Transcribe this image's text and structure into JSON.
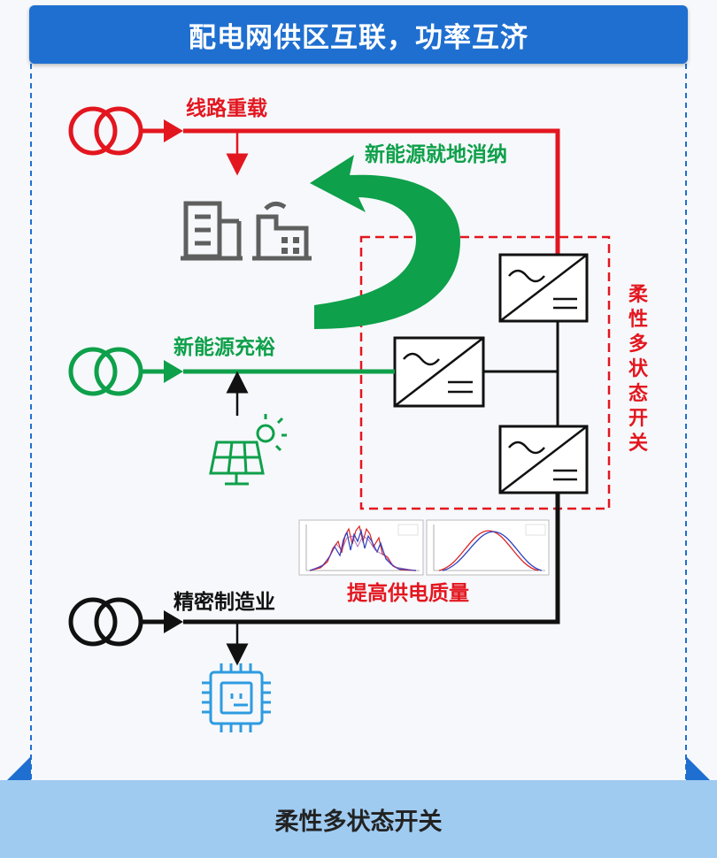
{
  "header": {
    "title": "配电网供区互联，功率互济"
  },
  "footer": {
    "title": "柔性多状态开关"
  },
  "labels": {
    "line_overload": "线路重载",
    "local_consumption": "新能源就地消纳",
    "new_energy_surplus": "新能源充裕",
    "precision_manufacturing": "精密制造业",
    "power_quality": "提高供电质量"
  },
  "sop_label_chars": [
    "柔",
    "性",
    "多",
    "状",
    "态",
    "开",
    "关"
  ],
  "colors": {
    "red": "#e3161f",
    "green": "#0ea04a",
    "black": "#111111",
    "blue_header": "#1f6fd0",
    "footer_bg": "#9fcbf1",
    "chip_blue": "#2e9be0",
    "building_gray": "#5f5f5f"
  },
  "icons": {
    "transformer": "transformer-icon",
    "buildings": "building-icon",
    "factory": "factory-icon",
    "solar": "solar-panel-icon",
    "chip": "chip-icon",
    "converter": "converter-icon"
  }
}
